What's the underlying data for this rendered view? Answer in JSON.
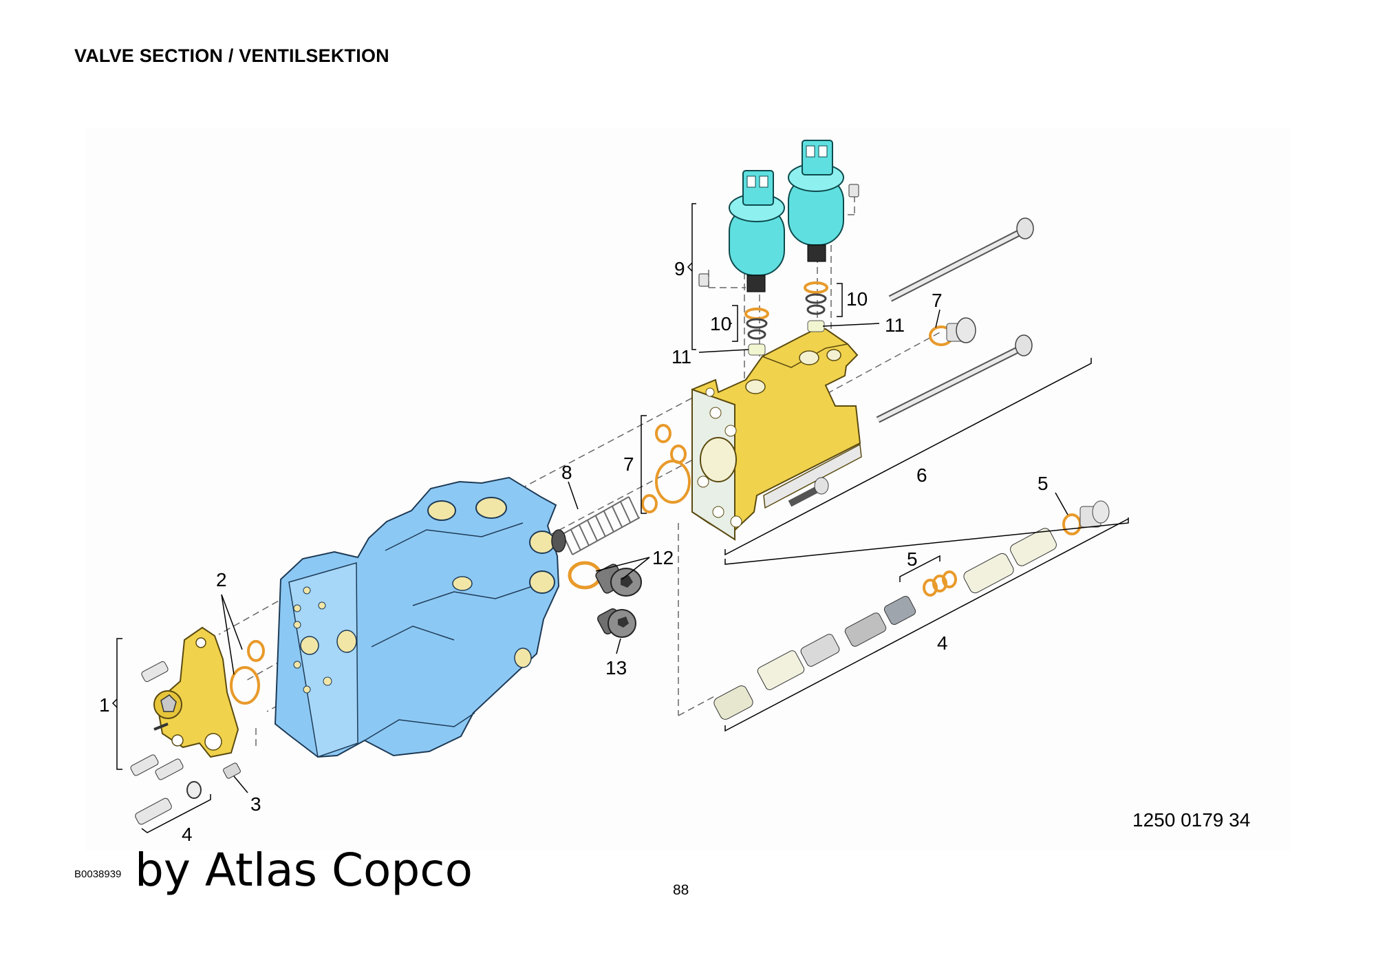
{
  "header": {
    "title": "VALVE SECTION / VENTILSEKTION"
  },
  "diagram": {
    "callouts": [
      "1",
      "2",
      "3",
      "4",
      "4",
      "4",
      "5",
      "5",
      "6",
      "7",
      "7",
      "8",
      "9",
      "10",
      "10",
      "11",
      "11",
      "12",
      "13"
    ],
    "colors": {
      "valve_body": "#8cc8f4",
      "end_cover": "#f0d24c",
      "solenoid": "#5fdfe0",
      "o_ring": "#e89a2a",
      "steel": "#d4d4d4"
    }
  },
  "footer": {
    "part_number": "1250 0179 34",
    "image_id": "B0038939",
    "brand": "by Atlas Copco",
    "page_number": "88"
  }
}
